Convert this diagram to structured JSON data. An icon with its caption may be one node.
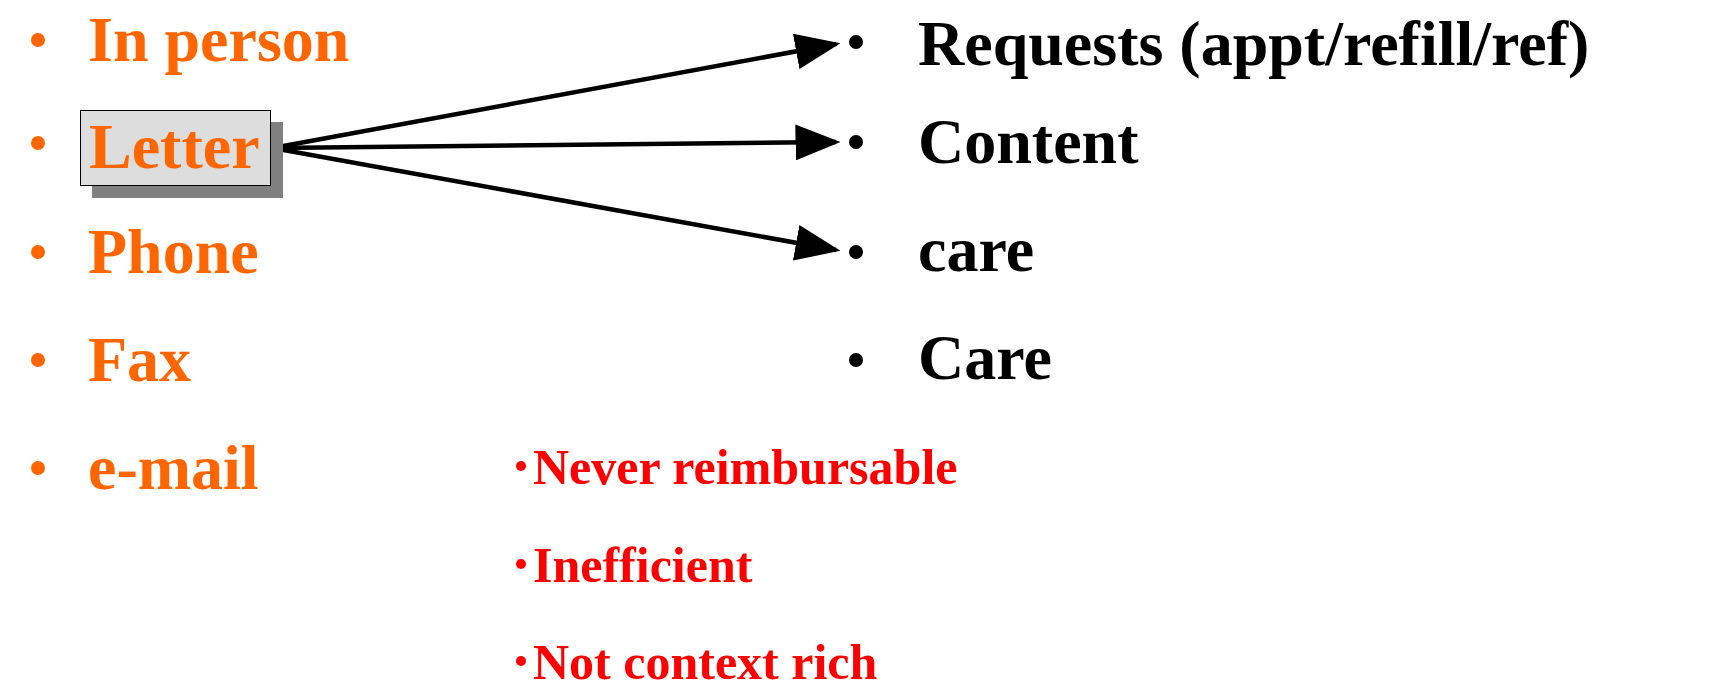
{
  "diagram": {
    "nodes": [
      {
        "text": [
          "Letter"
        ]
      },
      {
        "text": [
          "Requests (appt/refill/ref)"
        ]
      },
      {
        "text": [
          "Content"
        ]
      },
      {
        "text": [
          "care"
        ]
      }
    ],
    "edges": [
      {
        "from": 0,
        "to": 1,
        "arrow": "to"
      },
      {
        "from": 0,
        "to": 2,
        "arrow": "to"
      },
      {
        "from": 0,
        "to": 3,
        "arrow": "to"
      }
    ],
    "labels": [
      "In person",
      "Phone",
      "Fax",
      "e-mail",
      "Care",
      "Never reimbursable",
      "Inefficient",
      "Not context rich"
    ]
  }
}
